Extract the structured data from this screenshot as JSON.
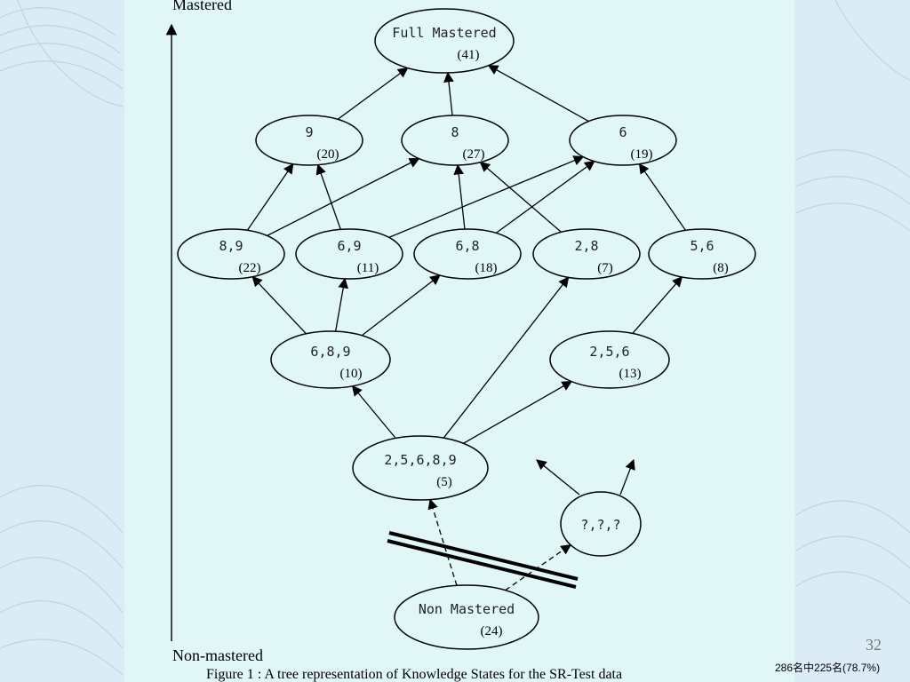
{
  "axis": {
    "top_label": "Mastered",
    "bottom_label": "Non-mastered"
  },
  "caption": "Figure 1 : A tree representation of Knowledge States for the SR-Test data",
  "page_number": "32",
  "footnote": "286名中225名(78.7%)",
  "nodes": [
    {
      "id": "full",
      "label": "Full Mastered",
      "count": "(41)"
    },
    {
      "id": "n9",
      "label": "9",
      "count": "(20)"
    },
    {
      "id": "n8",
      "label": "8",
      "count": "(27)"
    },
    {
      "id": "n6",
      "label": "6",
      "count": "(19)"
    },
    {
      "id": "n89",
      "label": "8,9",
      "count": "(22)"
    },
    {
      "id": "n69",
      "label": "6,9",
      "count": "(11)"
    },
    {
      "id": "n68",
      "label": "6,8",
      "count": "(18)"
    },
    {
      "id": "n28",
      "label": "2,8",
      "count": "(7)"
    },
    {
      "id": "n56",
      "label": "5,6",
      "count": "(8)"
    },
    {
      "id": "n689",
      "label": "6,8,9",
      "count": "(10)"
    },
    {
      "id": "n256",
      "label": "2,5,6",
      "count": "(13)"
    },
    {
      "id": "n25689",
      "label": "2,5,6,8,9",
      "count": "(5)"
    },
    {
      "id": "unknown",
      "label": "?,?,?",
      "count": ""
    },
    {
      "id": "none",
      "label": "Non Mastered",
      "count": "(24)"
    }
  ],
  "edges": [
    {
      "from": "n9",
      "to": "full",
      "style": "solid"
    },
    {
      "from": "n8",
      "to": "full",
      "style": "solid"
    },
    {
      "from": "n6",
      "to": "full",
      "style": "solid"
    },
    {
      "from": "n89",
      "to": "n9",
      "style": "solid"
    },
    {
      "from": "n89",
      "to": "n8",
      "style": "solid"
    },
    {
      "from": "n69",
      "to": "n9",
      "style": "solid"
    },
    {
      "from": "n69",
      "to": "n6",
      "style": "solid"
    },
    {
      "from": "n68",
      "to": "n8",
      "style": "solid"
    },
    {
      "from": "n68",
      "to": "n6",
      "style": "solid"
    },
    {
      "from": "n28",
      "to": "n8",
      "style": "solid"
    },
    {
      "from": "n56",
      "to": "n6",
      "style": "solid"
    },
    {
      "from": "n689",
      "to": "n89",
      "style": "solid"
    },
    {
      "from": "n689",
      "to": "n69",
      "style": "solid"
    },
    {
      "from": "n689",
      "to": "n68",
      "style": "solid"
    },
    {
      "from": "n256",
      "to": "n56",
      "style": "solid"
    },
    {
      "from": "n25689",
      "to": "n689",
      "style": "solid"
    },
    {
      "from": "n25689",
      "to": "n28",
      "style": "solid"
    },
    {
      "from": "n25689",
      "to": "n256",
      "style": "solid"
    },
    {
      "from": "none",
      "to": "n25689",
      "style": "dashed"
    },
    {
      "from": "none",
      "to": "unknown",
      "style": "dashed"
    }
  ],
  "colors": {
    "panel": "#e1f6f6",
    "background": "#dcecf6",
    "ink": "#000000"
  }
}
